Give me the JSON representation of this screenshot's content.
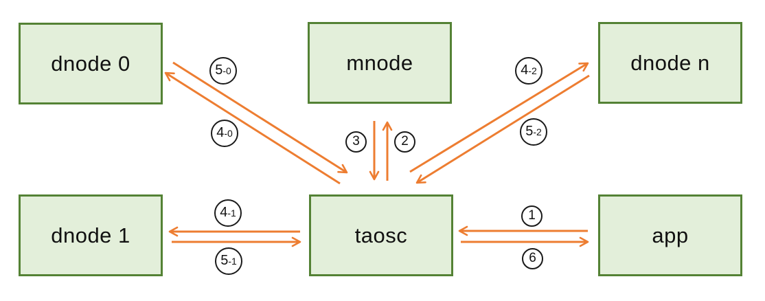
{
  "diagram": {
    "nodes": [
      "dnode 0",
      "mnode",
      "dnode n",
      "dnode 1",
      "taosc",
      "app"
    ],
    "badges": [
      "5-0",
      "4-0",
      "3",
      "2",
      "4-2",
      "5-2",
      "4-1",
      "5-1",
      "1",
      "6"
    ],
    "connections": [
      {
        "between": [
          "taosc",
          "dnode 0"
        ],
        "labels": [
          "5-0",
          "4-0"
        ],
        "bidirectional": true
      },
      {
        "between": [
          "taosc",
          "mnode"
        ],
        "labels": [
          "3",
          "2"
        ],
        "bidirectional": true
      },
      {
        "between": [
          "taosc",
          "dnode n"
        ],
        "labels": [
          "4-2",
          "5-2"
        ],
        "bidirectional": true
      },
      {
        "between": [
          "taosc",
          "dnode 1"
        ],
        "labels": [
          "4-1",
          "5-1"
        ],
        "bidirectional": true
      },
      {
        "between": [
          "taosc",
          "app"
        ],
        "labels": [
          "1",
          "6"
        ],
        "bidirectional": true
      }
    ],
    "colors": {
      "box_fill": "#e3efda",
      "box_border": "#548235",
      "arrow": "#ed7d31",
      "badge_border": "#1a1a1a",
      "text": "#111111"
    }
  }
}
